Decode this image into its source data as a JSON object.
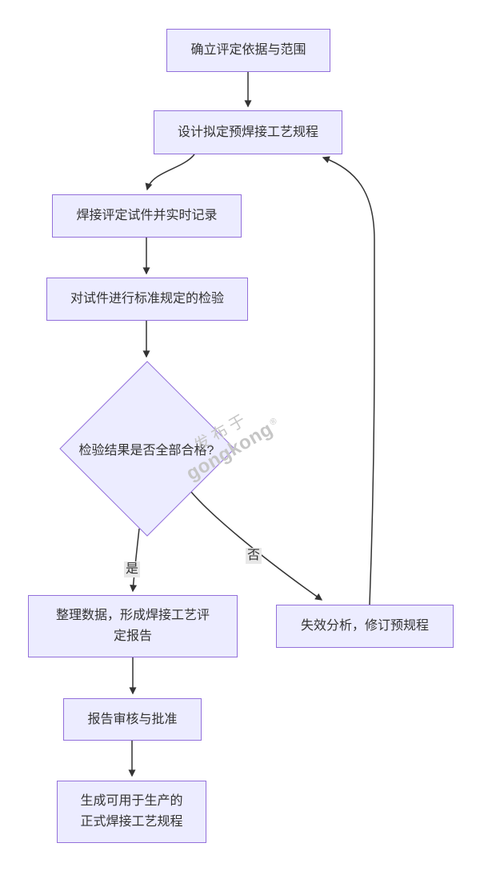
{
  "colors": {
    "background": "#ffffff",
    "node_fill": "#ECECFF",
    "node_border": "#9370DB",
    "edge_color": "#333333",
    "text_color": "#333333",
    "edge_label_bg": "#e8e8e8",
    "watermark_color": "#c6c6c6"
  },
  "nodes": {
    "establish": "确立评定依据与范围",
    "design": "设计拟定预焊接工艺规程",
    "weld_record": "焊接评定试件并实时记录",
    "inspect": "对试件进行标准规定的检验",
    "decision": "检验结果是否全部合格?",
    "report": "整理数据，形成焊接工艺评\n定报告",
    "review": "报告审核与批准",
    "final_spec": "生成可用于生产的\n正式焊接工艺规程",
    "failure": "失效分析，修订预规程"
  },
  "edge_labels": {
    "yes": "是",
    "no": "否"
  },
  "watermark": {
    "line1": "发布于",
    "line2": "gongkong",
    "registered": "®"
  }
}
